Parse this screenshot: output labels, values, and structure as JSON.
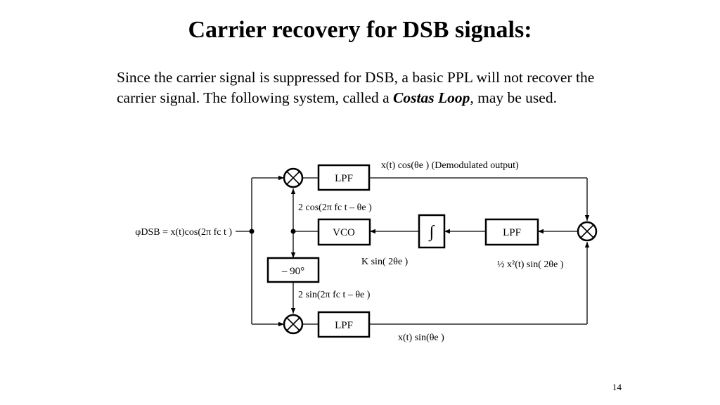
{
  "slide": {
    "title": "Carrier recovery for DSB signals:",
    "paragraph": {
      "before": "Since the carrier signal is suppressed for  DSB, a basic PPL will not recover the carrier signal.  The following system, called a ",
      "emphasis": "Costas Loop",
      "after": ", may be used."
    },
    "page_number": "14"
  },
  "diagram": {
    "blocks": {
      "lpf_top": "LPF",
      "vco": "VCO",
      "lpf_right": "LPF",
      "phase_shift": "– 90°",
      "lpf_bottom": "LPF",
      "integrator_symbol": "∫"
    },
    "labels": {
      "input": "φDSB = x(t)cos(2π fc t )",
      "top_output": "x(t) cos(θe )  (Demodulated output)",
      "top_osc": "2 cos(2π fc t – θe )",
      "bottom_osc": "2 sin(2π fc t – θe )",
      "vco_input": "K sin( 2θe )",
      "right_product": "½ x²(t) sin( 2θe )",
      "bottom_output": "x(t) sin(θe )"
    }
  }
}
